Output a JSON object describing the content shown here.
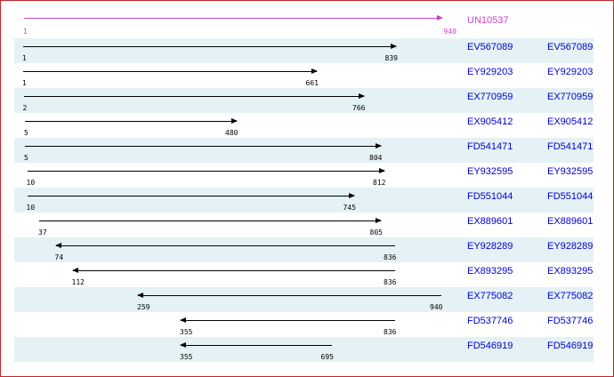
{
  "reference": {
    "id": "UN10537",
    "start": "1",
    "end": "940"
  },
  "rows": [
    {
      "start": "1",
      "end": "839",
      "dir": "right",
      "acc": "EV567089",
      "acc2": "EV567089"
    },
    {
      "start": "1",
      "end": "661",
      "dir": "right",
      "acc": "EY929203",
      "acc2": "EY929203"
    },
    {
      "start": "2",
      "end": "766",
      "dir": "right",
      "acc": "EX770959",
      "acc2": "EX770959"
    },
    {
      "start": "5",
      "end": "480",
      "dir": "right",
      "acc": "EX905412",
      "acc2": "EX905412"
    },
    {
      "start": "5",
      "end": "804",
      "dir": "right",
      "acc": "FD541471",
      "acc2": "FD541471"
    },
    {
      "start": "10",
      "end": "812",
      "dir": "right",
      "acc": "EY932595",
      "acc2": "EY932595"
    },
    {
      "start": "10",
      "end": "745",
      "dir": "right",
      "acc": "FD551044",
      "acc2": "FD551044"
    },
    {
      "start": "37",
      "end": "805",
      "dir": "right",
      "acc": "EX889601",
      "acc2": "EX889601"
    },
    {
      "start": "74",
      "end": "836",
      "dir": "left",
      "acc": "EY928289",
      "acc2": "EY928289"
    },
    {
      "start": "112",
      "end": "836",
      "dir": "left",
      "acc": "EX893295",
      "acc2": "EX893295"
    },
    {
      "start": "259",
      "end": "940",
      "dir": "left",
      "acc": "EX775082",
      "acc2": "EX775082"
    },
    {
      "start": "355",
      "end": "836",
      "dir": "left",
      "acc": "FD537746",
      "acc2": "FD537746"
    },
    {
      "start": "355",
      "end": "695",
      "dir": "left",
      "acc": "FD546919",
      "acc2": "FD546919"
    }
  ],
  "colors": {
    "reference": "#cc3fcc",
    "link": "#0000cc",
    "stripe": "#e5f2f5",
    "border": "#c0262c"
  }
}
